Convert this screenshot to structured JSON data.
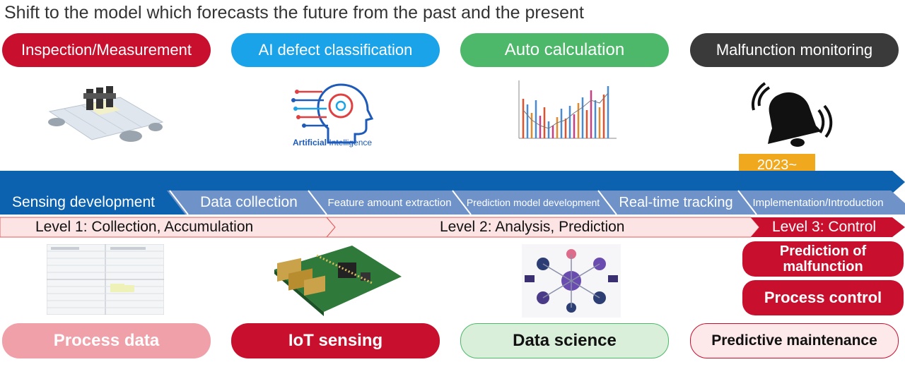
{
  "title": "Shift to the model which forecasts the future from the past and the present",
  "top_pills": {
    "inspection": "Inspection/Measurement",
    "ai": "AI defect classification",
    "auto": "Auto calculation",
    "malfunction": "Malfunction monitoring"
  },
  "ai_logo": {
    "word1": "Artificial",
    "word2": "Intelligence"
  },
  "year_tag": "2023~",
  "stages": {
    "s1": "Sensing development",
    "s2": "Data collection",
    "s3": "Feature amount extraction",
    "s4": "Prediction model development",
    "s5": "Real-time tracking",
    "s6": "Implementation/Introduction"
  },
  "levels": {
    "l1": "Level 1: Collection, Accumulation",
    "l2": "Level 2: Analysis, Prediction",
    "l3": "Level 3: Control"
  },
  "control_pills": {
    "prediction": "Prediction of malfunction",
    "process": "Process control"
  },
  "bottom_pills": {
    "process_data": "Process data",
    "iot": "IoT sensing",
    "data_science": "Data science",
    "predictive": "Predictive maintenance"
  },
  "colors": {
    "red": "#c8102e",
    "blue_accent": "#1aa3e8",
    "green": "#4db86a",
    "dark": "#3a3a3a",
    "timeline_blue": "#0d62b0",
    "stage_blue": "#6f93c9",
    "orange": "#f0a81e"
  },
  "icons": {
    "conveyor": "conveyor-machine-icon",
    "ai": "ai-head-icon",
    "chart": "bar-chart-icon",
    "bell": "alarm-bell-icon"
  }
}
